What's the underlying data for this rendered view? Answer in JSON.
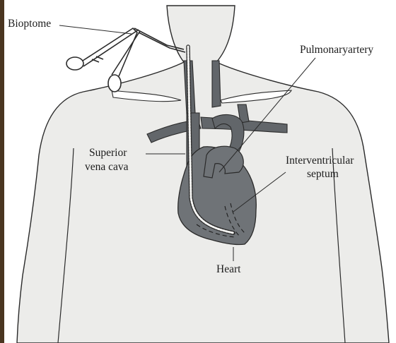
{
  "diagram": {
    "labels": {
      "bioptome": "Bioptome",
      "pulmonary_artery": "Pulmonaryartery",
      "superior_vena_cava_line1": "Superior",
      "superior_vena_cava_line2": "vena cava",
      "interventricular_septum_line1": "Interventricular",
      "interventricular_septum_line2": "septum",
      "heart": "Heart"
    },
    "colors": {
      "body_fill": "#ececea",
      "outline": "#2a2a2a",
      "organ_fill": "#6f7377",
      "vessel_fill": "#62666a",
      "page_border": "#4a3520"
    }
  }
}
